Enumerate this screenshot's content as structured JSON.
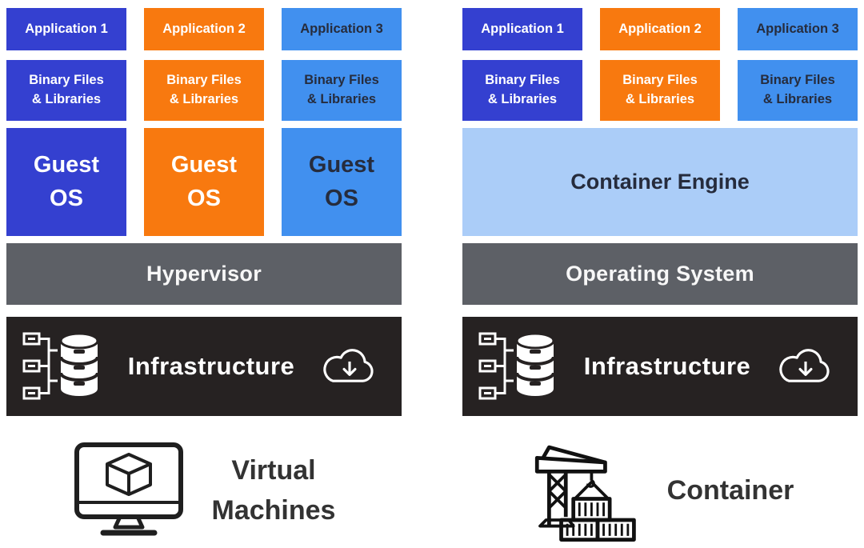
{
  "shared": {
    "app_labels": [
      "Application 1",
      "Application 2",
      "Application 3"
    ],
    "binary_lines": [
      "Binary Files",
      "& Libraries"
    ],
    "infrastructure_label": "Infrastructure"
  },
  "vm": {
    "guest_lines": [
      "Guest",
      "OS"
    ],
    "hypervisor_label": "Hypervisor",
    "caption_lines": [
      "Virtual",
      "Machines"
    ]
  },
  "container": {
    "engine_label": "Container Engine",
    "os_label": "Operating System",
    "caption": "Container"
  },
  "icons": {
    "infrastructure_left": "database-network-icon",
    "infrastructure_right": "cloud-download-icon",
    "vm_caption": "monitor-cube-icon",
    "container_caption": "crane-container-icon"
  },
  "colors": {
    "royal_blue": "#3440d0",
    "orange": "#f8790f",
    "medium_blue": "#4190ef",
    "pale_blue": "#abcdf8",
    "bar_gray": "#5d6066",
    "infra_dark": "#262222",
    "dark_text": "#262c3d",
    "caption_text": "#333333"
  }
}
